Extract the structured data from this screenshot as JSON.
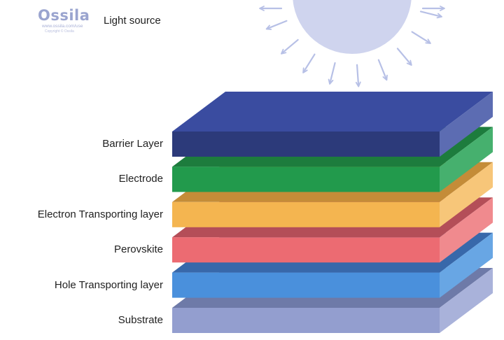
{
  "logo": {
    "name": "Ossila",
    "url": "www.ossila.com/use",
    "copyright": "Copyright © Ossila"
  },
  "light_source": {
    "label": "Light source",
    "color": "#cfd4ee",
    "ray_color": "#b7c0e6"
  },
  "layers": [
    {
      "label": "Barrier Layer",
      "front": "#2c3a7a",
      "top": "#3a4ca0",
      "side": "#5c6cb2"
    },
    {
      "label": "Electrode",
      "front": "#229a4c",
      "top": "#1d7c3d",
      "side": "#46b06e"
    },
    {
      "label": "Electron Transporting layer",
      "front": "#f4b550",
      "top": "#c48c38",
      "side": "#f7c679"
    },
    {
      "label": "Perovskite",
      "front": "#ec6b72",
      "top": "#b44e58",
      "side": "#f08a8e"
    },
    {
      "label": "Hole Transporting layer",
      "front": "#4a90dc",
      "top": "#3868aa",
      "side": "#68a6e4"
    },
    {
      "label": "Substrate",
      "front": "#939ecf",
      "top": "#6e7aa8",
      "side": "#a9b2da"
    }
  ]
}
